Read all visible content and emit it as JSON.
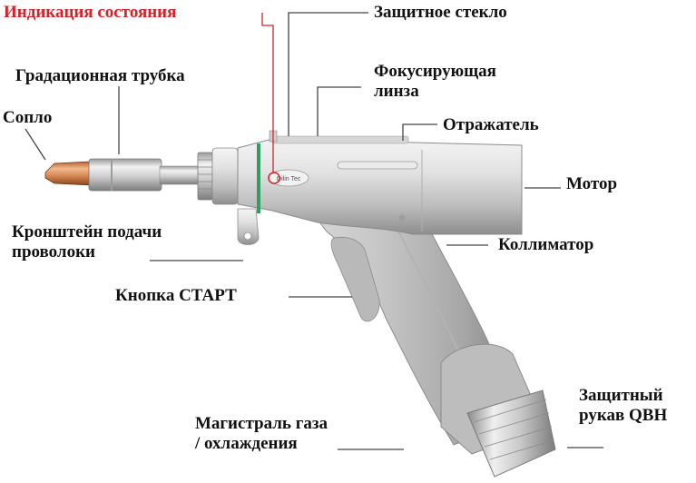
{
  "colors": {
    "label_text": "#111111",
    "status_label": "#d2232a",
    "status_ring": "#2e9e62",
    "leader_line": "#444444"
  },
  "labels": {
    "status_indication": "Индикация состояния",
    "protective_glass": "Защитное стекло",
    "focusing_lens_line1": "Фокусирующая",
    "focusing_lens_line2": "линза",
    "reflector": "Отражатель",
    "motor": "Мотор",
    "collimator": "Коллиматор",
    "gradation_tube": "Градационная трубка",
    "nozzle": "Сопло",
    "wire_bracket_line1": "Кронштейн подачи",
    "wire_bracket_line2": "проволоки",
    "start_button": "Кнопка СТАРТ",
    "gas_line_line1": "Магистраль газа",
    "gas_line_line2": "/ охлаждения",
    "qbh_sleeve_line1": "Защитный",
    "qbh_sleeve_line2": "рукав QBH"
  },
  "device": {
    "logo_text": "Qilin Tec"
  }
}
